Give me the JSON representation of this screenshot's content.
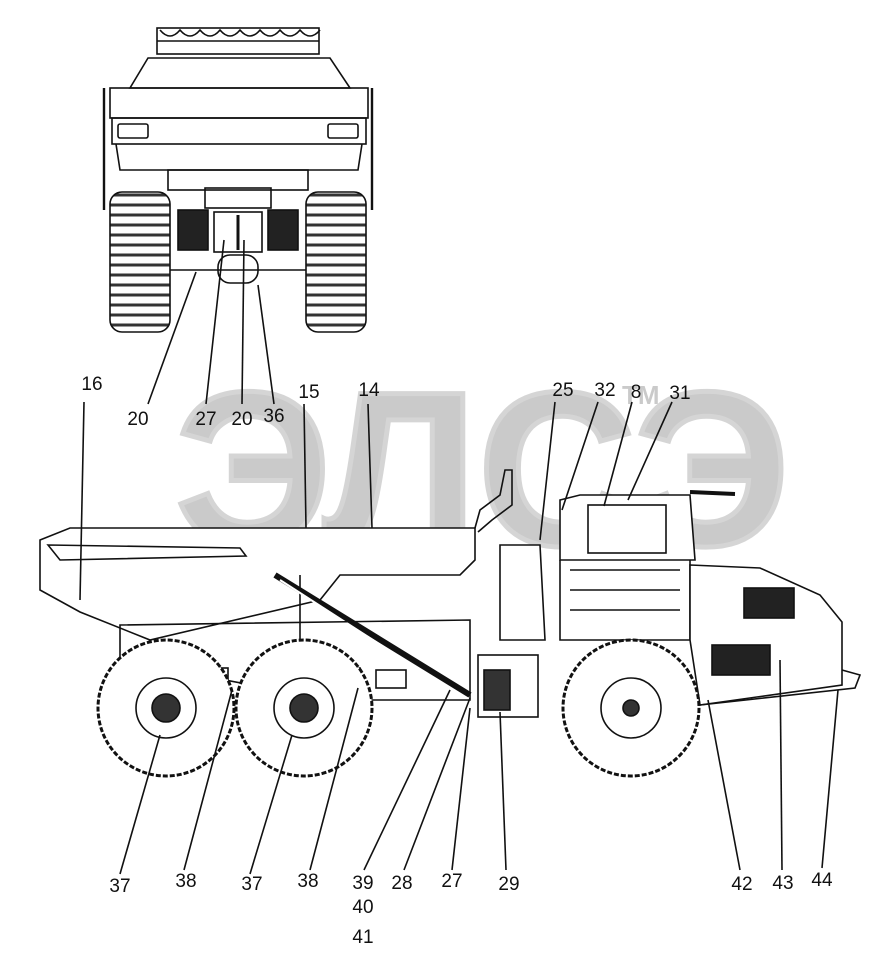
{
  "watermark": {
    "text": "ЭЛСЭ",
    "tm": "TM"
  },
  "callouts": {
    "c16": "16",
    "c20a": "20",
    "c27a": "27",
    "c20b": "20",
    "c36": "36",
    "c15": "15",
    "c14": "14",
    "c25": "25",
    "c32": "32",
    "c8": "8",
    "c31": "31",
    "c37a": "37",
    "c38a": "38",
    "c37b": "37",
    "c38b": "38",
    "c39": "39",
    "c40": "40",
    "c41": "41",
    "c28": "28",
    "c27b": "27",
    "c29": "29",
    "c42": "42",
    "c43": "43",
    "c44": "44"
  }
}
